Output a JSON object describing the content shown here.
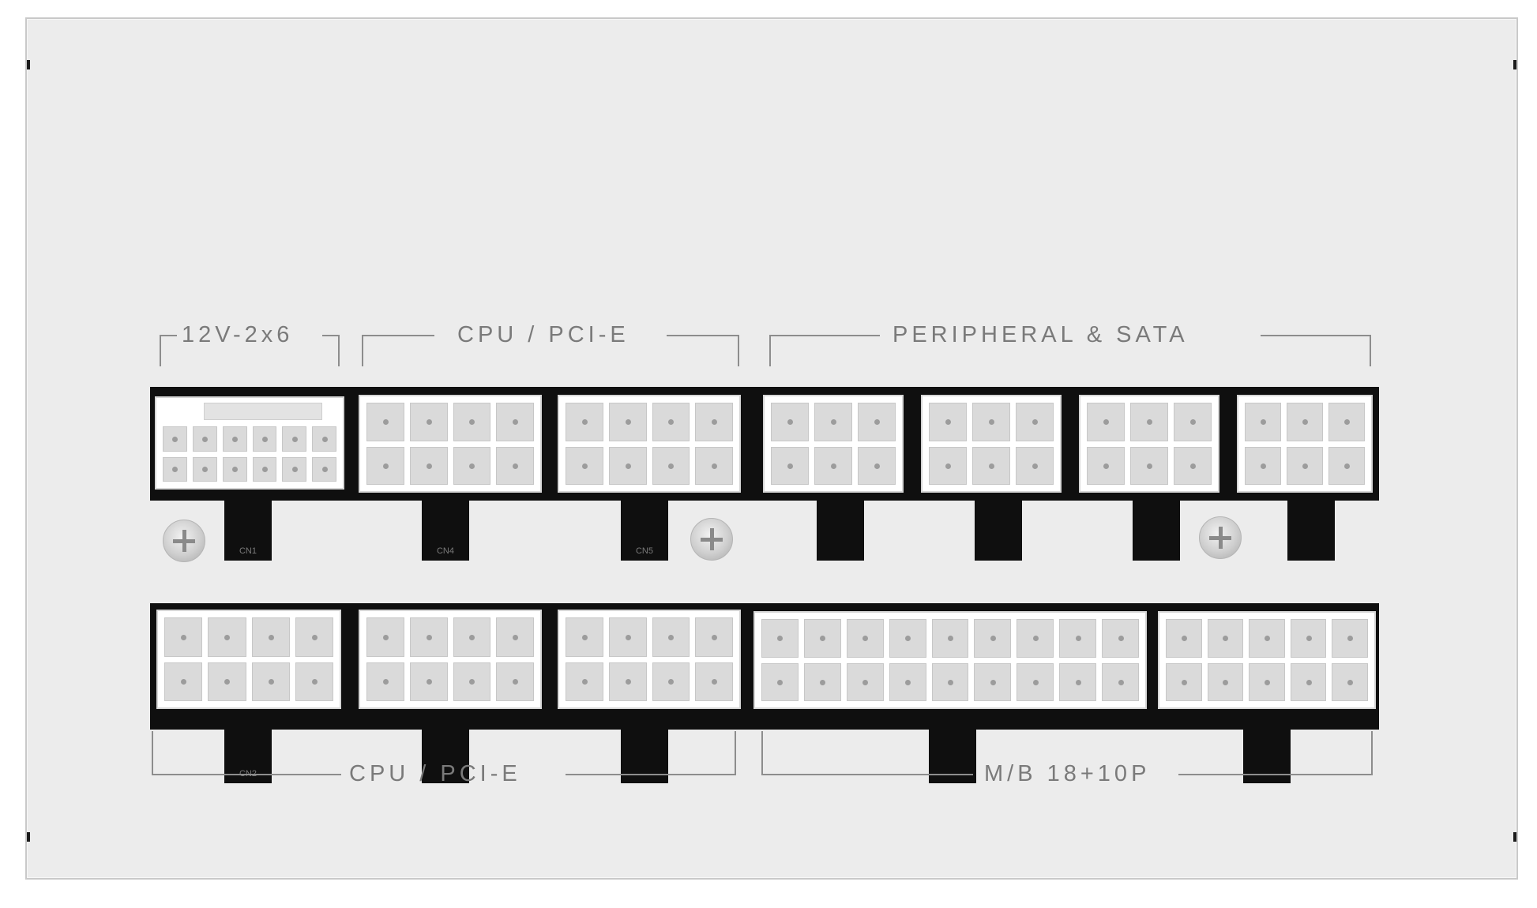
{
  "labels": {
    "top_12v": "12V-2x6",
    "top_cpu": "CPU / PCI-E",
    "top_peripheral": "PERIPHERAL & SATA",
    "bottom_cpu": "CPU / PCI-E",
    "bottom_mb": "M/B 18+10P"
  },
  "connector_ids": {
    "cn1": "CN1",
    "cn2": "CN2",
    "cn4": "CN4",
    "cn5": "CN5"
  },
  "colors": {
    "panel": "#ececec",
    "connector_housing": "#ffffff",
    "strip": "#0f0f0f",
    "label_text": "#7a7a7a"
  }
}
